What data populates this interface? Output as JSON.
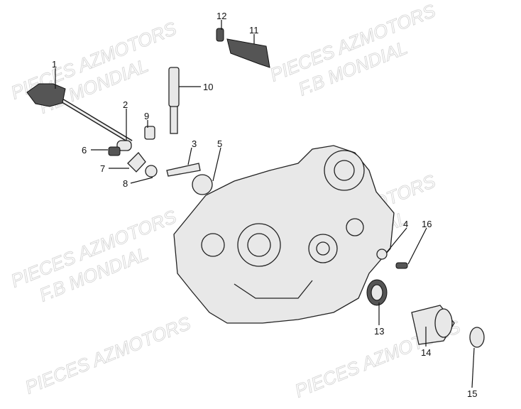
{
  "watermark": {
    "line1": "PIECES AZMOTORS",
    "line2": "F.B MONDIAL"
  },
  "labels": [
    "1",
    "2",
    "3",
    "4",
    "5",
    "6",
    "7",
    "8",
    "9",
    "10",
    "11",
    "12",
    "13",
    "14",
    "15",
    "16"
  ]
}
